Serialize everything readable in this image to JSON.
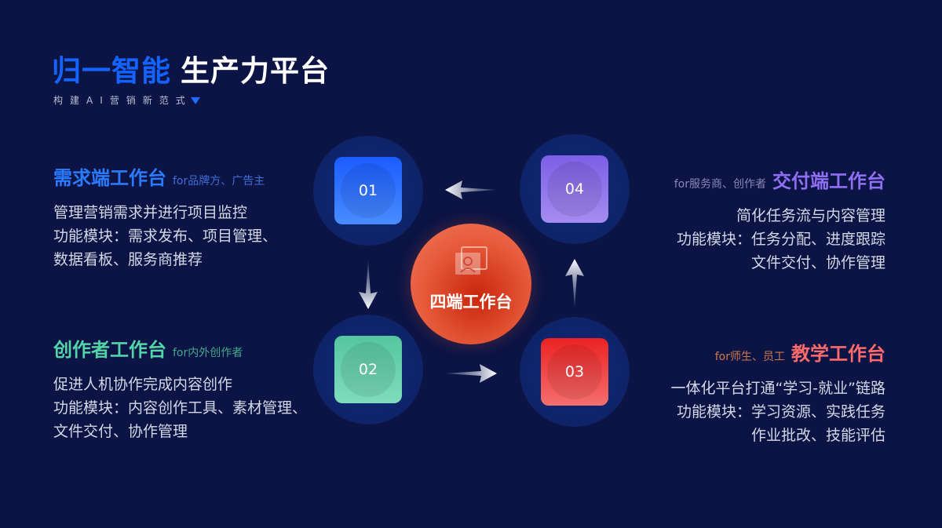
{
  "title": {
    "highlight": "归一智能",
    "rest": "生产力平台",
    "subtitle": "构建AI营销新范式"
  },
  "center": {
    "label": "四端工作台",
    "icon": "user-portrait-icon"
  },
  "nodes": [
    {
      "num": "01",
      "color": "#1f66ff"
    },
    {
      "num": "02",
      "color": "#5ccaa4"
    },
    {
      "num": "03",
      "color": "#ef3636"
    },
    {
      "num": "04",
      "color": "#8b6ee8"
    }
  ],
  "blocks": [
    {
      "title": "需求端工作台",
      "for": "for品牌方、广告主",
      "lines": [
        "管理营销需求并进行项目监控",
        "功能模块：需求发布、项目管理、",
        "数据看板、服务商推荐"
      ],
      "color": "#2a7bff",
      "for_color": "#3f6fd8"
    },
    {
      "title": "创作者工作台",
      "for": "for内外创作者",
      "lines": [
        "促进人机协作完成内容创作",
        "功能模块：内容创作工具、素材管理、",
        "文件交付、协作管理"
      ],
      "color": "#52d3a8",
      "for_color": "#3fa88a"
    },
    {
      "title": "交付端工作台",
      "for": "for服务商、创作者",
      "lines": [
        "简化任务流与内容管理",
        "功能模块：任务分配、进度跟踪",
        "文件交付、协作管理"
      ],
      "color": "#8f6ff2",
      "for_color": "#8a86b8"
    },
    {
      "title": "教学工作台",
      "for": "for师生、员工",
      "lines": [
        "一体化平台打通“学习-就业”链路",
        "功能模块：学习资源、实践任务",
        "作业批改、技能评估"
      ],
      "color": "#ff6a6a",
      "for_color": "#d07a4a"
    }
  ]
}
